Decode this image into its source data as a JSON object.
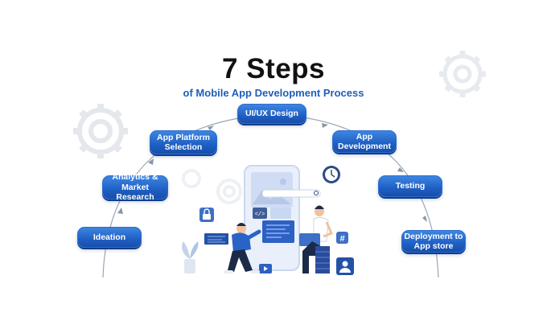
{
  "header": {
    "title": "7 Steps",
    "subtitle": "of Mobile App Development Process"
  },
  "steps": [
    {
      "label": "Ideation"
    },
    {
      "label": "Analytics &\nMarket Research"
    },
    {
      "label": "App Platform\nSelection"
    },
    {
      "label": "UI/UX Design"
    },
    {
      "label": "App\nDevelopment"
    },
    {
      "label": "Testing"
    },
    {
      "label": "Deployment to\nApp store"
    }
  ],
  "colors": {
    "title": "#111111",
    "accent": "#1f5fb8",
    "step_fill": "#2567cc",
    "arc": "#9aa6b6",
    "gear": "#e4e7ec"
  },
  "illustration": {
    "code_icon": "</>",
    "hash_icon": "#"
  }
}
